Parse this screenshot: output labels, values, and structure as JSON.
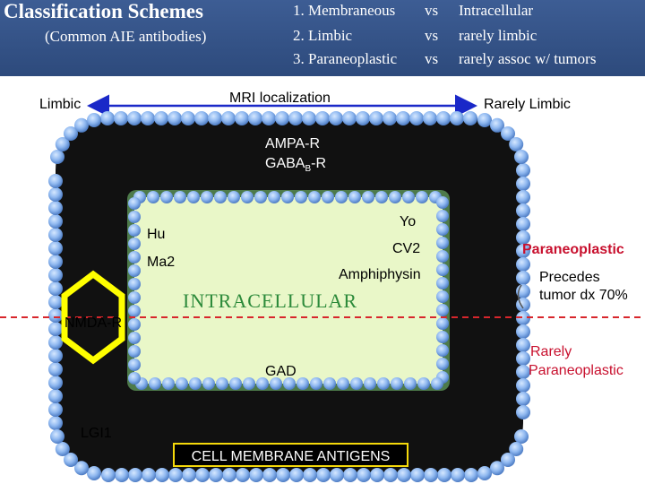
{
  "header": {
    "title": "Classification Schemes",
    "subtitle": "(Common AIE antibodies)",
    "comparisons": [
      {
        "left": "1. Membraneous",
        "vs": "vs",
        "right": "Intracellular"
      },
      {
        "left": "2. Limbic",
        "vs": "vs",
        "right": "rarely limbic"
      },
      {
        "left": "3. Paraneoplastic",
        "vs": "vs",
        "right": "rarely assoc w/ tumors"
      }
    ]
  },
  "axis": {
    "left_label": "Limbic",
    "center_label": "MRI localization",
    "right_label": "Rarely Limbic"
  },
  "outer_antigens": {
    "ampa": "AMPA-R",
    "gabab_main": "GABA",
    "gabab_sub": "B",
    "gabab_suffix": "-R",
    "nmda": "NMDA-R",
    "lgi1": "LGI1"
  },
  "inner_antigens": {
    "hu": "Hu",
    "ma2": "Ma2",
    "yo": "Yo",
    "cv2": "CV2",
    "amphiphysin": "Amphiphysin",
    "gad": "GAD",
    "intracellular": "INTRACELLULAR"
  },
  "membrane_label": "CELL MEMBRANE ANTIGENS",
  "side_labels": {
    "paraneoplastic": "Paraneoplastic",
    "precedes": "Precedes tumor dx 70%",
    "rarely_line1": "Rarely",
    "rarely_line2": "Paraneoplastic"
  },
  "colors": {
    "header_bg": "#2d4a7c",
    "bead": "#8fb8f0",
    "cell_body": "#111111",
    "intracellular_fill": "#e9f7c8",
    "inner_glow": "#9fe09a",
    "arrow": "#1a28c8",
    "dashed_line": "#d8262c",
    "nmda_marker": "#ffff00",
    "paraneoplastic_text": "#c8102e"
  }
}
